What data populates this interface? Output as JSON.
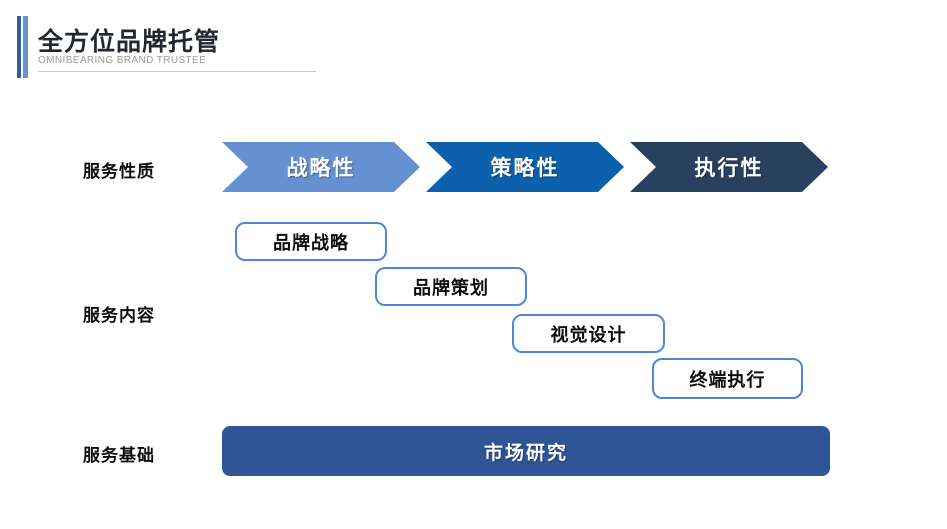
{
  "slide": {
    "title": "全方位品牌托管",
    "subtitle": "OMNIBEARING BRAND TRUSTEE"
  },
  "colors": {
    "accent_bar_dark": "#2F5D9E",
    "accent_bar_light": "#6494D2",
    "arrow_strategic": "#6590D2",
    "arrow_tactical": "#0D60AC",
    "arrow_executive": "#28415E",
    "content_box_border": "#4F87D6",
    "base_bar_fill": "#2F5597",
    "title_text": "#23272F",
    "subtitle_text": "#9B9B9B",
    "header_rule": "#C9C9C9"
  },
  "diagram": {
    "rows": {
      "nature": {
        "label": "服务性质"
      },
      "content": {
        "label": "服务内容"
      },
      "base": {
        "label": "服务基础"
      }
    },
    "arrows": [
      {
        "label": "战略性",
        "color": "#6590D2"
      },
      {
        "label": "策略性",
        "color": "#0D60AC"
      },
      {
        "label": "执行性",
        "color": "#28415E"
      }
    ],
    "content_boxes": [
      {
        "label": "品牌战略"
      },
      {
        "label": "品牌策划"
      },
      {
        "label": "视觉设计"
      },
      {
        "label": "终端执行"
      }
    ],
    "base_bar": {
      "label": "市场研究",
      "color": "#2F5597"
    }
  }
}
